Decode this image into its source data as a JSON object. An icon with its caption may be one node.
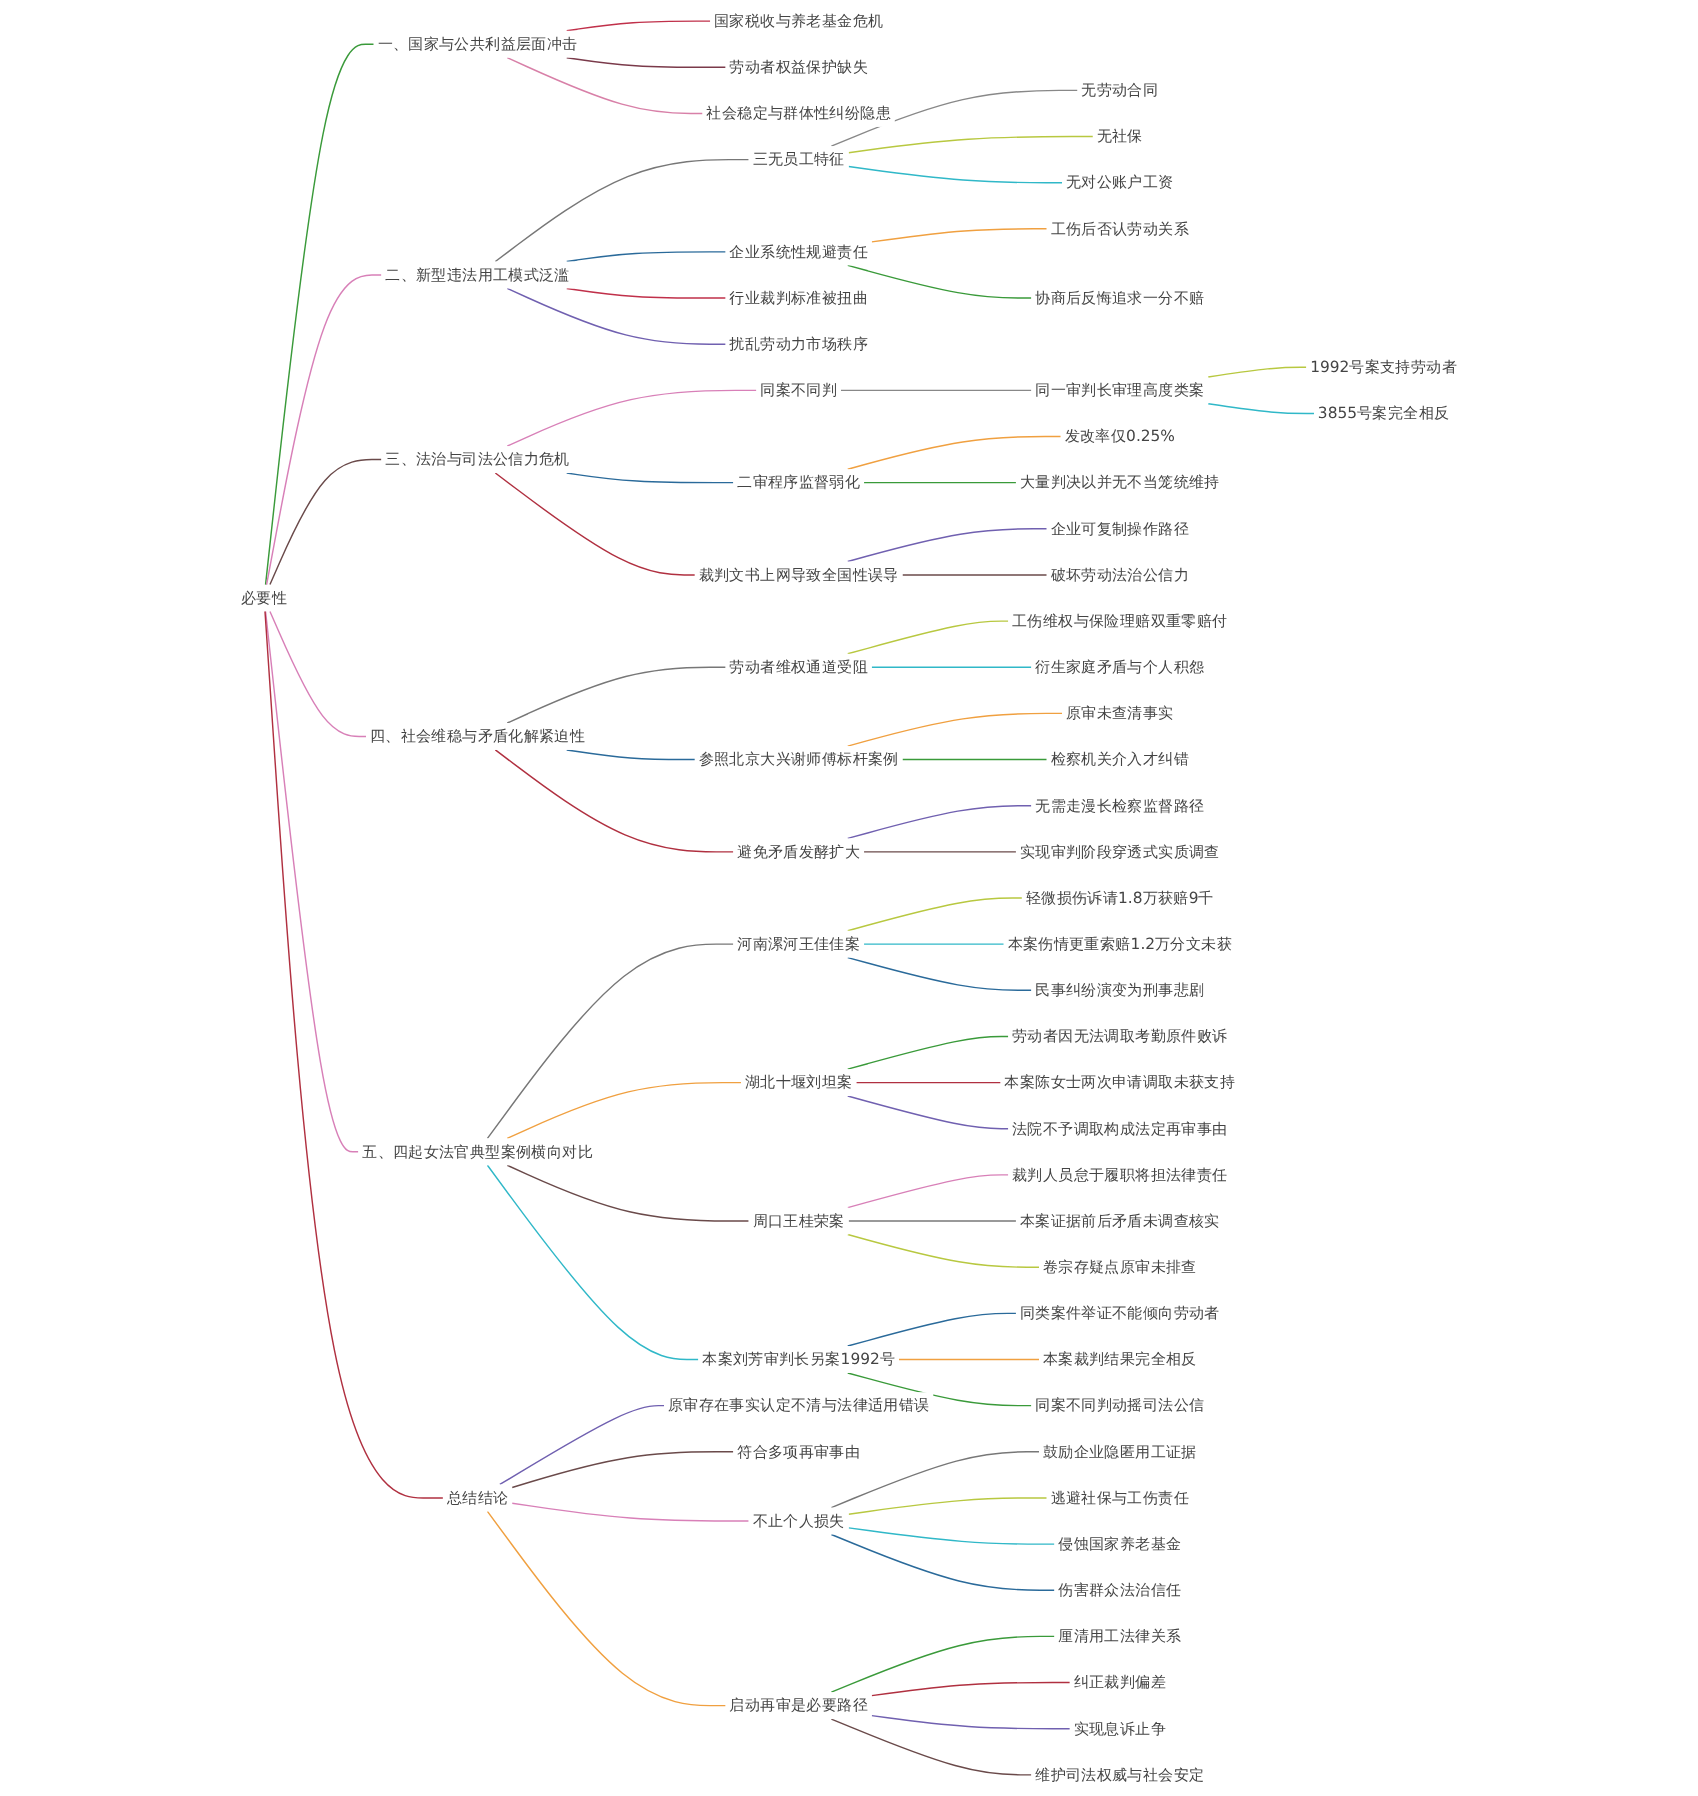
{
  "diagram": {
    "nodes": [
      {
        "text": [
          "必要性"
        ]
      },
      {
        "text": [
          "一、国家与公共利益层面冲击"
        ]
      },
      {
        "text": [
          "国家税收与养老基金危机"
        ]
      },
      {
        "text": [
          "劳动者权益保护缺失"
        ]
      },
      {
        "text": [
          "社会稳定与群体性纠纷隐患"
        ]
      },
      {
        "text": [
          "二、新型违法用工模式泛滥"
        ]
      },
      {
        "text": [
          "三无员工特征"
        ]
      },
      {
        "text": [
          "无劳动合同"
        ]
      },
      {
        "text": [
          "无社保"
        ]
      },
      {
        "text": [
          "无对公账户工资"
        ]
      },
      {
        "text": [
          "企业系统性规避责任"
        ]
      },
      {
        "text": [
          "工伤后否认劳动关系"
        ]
      },
      {
        "text": [
          "协商后反悔追求一分不赔"
        ]
      },
      {
        "text": [
          "行业裁判标准被扭曲"
        ]
      },
      {
        "text": [
          "扰乱劳动力市场秩序"
        ]
      },
      {
        "text": [
          "三、法治与司法公信力危机"
        ]
      },
      {
        "text": [
          "同案不同判"
        ]
      },
      {
        "text": [
          "同一审判长审理高度类案"
        ]
      },
      {
        "text": [
          "1992号案支持劳动者"
        ]
      },
      {
        "text": [
          "3855号案完全相反"
        ]
      },
      {
        "text": [
          "二审程序监督弱化"
        ]
      },
      {
        "text": [
          "发改率仅0.25%"
        ]
      },
      {
        "text": [
          "大量判决以并无不当笼统维持"
        ]
      },
      {
        "text": [
          "裁判文书上网导致全国性误导"
        ]
      },
      {
        "text": [
          "企业可复制操作路径"
        ]
      },
      {
        "text": [
          "破坏劳动法治公信力"
        ]
      },
      {
        "text": [
          "四、社会维稳与矛盾化解紧迫性"
        ]
      },
      {
        "text": [
          "劳动者维权通道受阻"
        ]
      },
      {
        "text": [
          "工伤维权与保险理赔双重零赔付"
        ]
      },
      {
        "text": [
          "衍生家庭矛盾与个人积怨"
        ]
      },
      {
        "text": [
          "参照北京大兴谢师傅标杆案例"
        ]
      },
      {
        "text": [
          "原审未查清事实"
        ]
      },
      {
        "text": [
          "检察机关介入才纠错"
        ]
      },
      {
        "text": [
          "避免矛盾发酵扩大"
        ]
      },
      {
        "text": [
          "无需走漫长检察监督路径"
        ]
      },
      {
        "text": [
          "实现审判阶段穿透式实质调查"
        ]
      },
      {
        "text": [
          "五、四起女法官典型案例横向对比"
        ]
      },
      {
        "text": [
          "河南漯河王佳佳案"
        ]
      },
      {
        "text": [
          "轻微损伤诉请1.8万获赔9千"
        ]
      },
      {
        "text": [
          "本案伤情更重索赔1.2万分文未获"
        ]
      },
      {
        "text": [
          "民事纠纷演变为刑事悲剧"
        ]
      },
      {
        "text": [
          "湖北十堰刘坦案"
        ]
      },
      {
        "text": [
          "劳动者因无法调取考勤原件败诉"
        ]
      },
      {
        "text": [
          "本案陈女士两次申请调取未获支持"
        ]
      },
      {
        "text": [
          "法院不予调取构成法定再审事由"
        ]
      },
      {
        "text": [
          "周口王桂荣案"
        ]
      },
      {
        "text": [
          "裁判人员怠于履职将担法律责任"
        ]
      },
      {
        "text": [
          "本案证据前后矛盾未调查核实"
        ]
      },
      {
        "text": [
          "卷宗存疑点原审未排查"
        ]
      },
      {
        "text": [
          "本案刘芳审判长另案1992号"
        ]
      },
      {
        "text": [
          "同类案件举证不能倾向劳动者"
        ]
      },
      {
        "text": [
          "本案裁判结果完全相反"
        ]
      },
      {
        "text": [
          "同案不同判动摇司法公信"
        ]
      },
      {
        "text": [
          "总结结论"
        ]
      },
      {
        "text": [
          "原审存在事实认定不清与法律适用错误"
        ]
      },
      {
        "text": [
          "符合多项再审事由"
        ]
      },
      {
        "text": [
          "不止个人损失"
        ]
      },
      {
        "text": [
          "鼓励企业隐匿用工证据"
        ]
      },
      {
        "text": [
          "逃避社保与工伤责任"
        ]
      },
      {
        "text": [
          "侵蚀国家养老基金"
        ]
      },
      {
        "text": [
          "伤害群众法治信任"
        ]
      },
      {
        "text": [
          "启动再审是必要路径"
        ]
      },
      {
        "text": [
          "厘清用工法律关系"
        ]
      },
      {
        "text": [
          "纠正裁判偏差"
        ]
      },
      {
        "text": [
          "实现息诉止争"
        ]
      },
      {
        "text": [
          "维护司法权威与社会安定"
        ]
      }
    ],
    "edges": [
      {
        "from": 0,
        "to": 1,
        "arrow": "none",
        "color": "#3a9a3a"
      },
      {
        "from": 1,
        "to": 2,
        "arrow": "none",
        "color": "#c0304a"
      },
      {
        "from": 1,
        "to": 3,
        "arrow": "none",
        "color": "#7a3a4a"
      },
      {
        "from": 1,
        "to": 4,
        "arrow": "none",
        "color": "#d880a8"
      },
      {
        "from": 0,
        "to": 5,
        "arrow": "none",
        "color": "#d880b8"
      },
      {
        "from": 5,
        "to": 6,
        "arrow": "none",
        "color": "#777777"
      },
      {
        "from": 6,
        "to": 7,
        "arrow": "none",
        "color": "#888888"
      },
      {
        "from": 6,
        "to": 8,
        "arrow": "none",
        "color": "#b8c840"
      },
      {
        "from": 6,
        "to": 9,
        "arrow": "none",
        "color": "#30b8c8"
      },
      {
        "from": 5,
        "to": 10,
        "arrow": "none",
        "color": "#2a6a9a"
      },
      {
        "from": 10,
        "to": 11,
        "arrow": "none",
        "color": "#f0a040"
      },
      {
        "from": 10,
        "to": 12,
        "arrow": "none",
        "color": "#3a9a3a"
      },
      {
        "from": 5,
        "to": 13,
        "arrow": "none",
        "color": "#c0304a"
      },
      {
        "from": 5,
        "to": 14,
        "arrow": "none",
        "color": "#7060b0"
      },
      {
        "from": 0,
        "to": 15,
        "arrow": "none",
        "color": "#6a4a4a"
      },
      {
        "from": 15,
        "to": 16,
        "arrow": "none",
        "color": "#d880b8"
      },
      {
        "from": 16,
        "to": 17,
        "arrow": "none",
        "color": "#888888"
      },
      {
        "from": 17,
        "to": 18,
        "arrow": "none",
        "color": "#b8c840"
      },
      {
        "from": 17,
        "to": 19,
        "arrow": "none",
        "color": "#30b8c8"
      },
      {
        "from": 15,
        "to": 20,
        "arrow": "none",
        "color": "#2a6a9a"
      },
      {
        "from": 20,
        "to": 21,
        "arrow": "none",
        "color": "#f0a040"
      },
      {
        "from": 20,
        "to": 22,
        "arrow": "none",
        "color": "#3a9a3a"
      },
      {
        "from": 15,
        "to": 23,
        "arrow": "none",
        "color": "#b03040"
      },
      {
        "from": 23,
        "to": 24,
        "arrow": "none",
        "color": "#7060b0"
      },
      {
        "from": 23,
        "to": 25,
        "arrow": "none",
        "color": "#6a4a4a"
      },
      {
        "from": 0,
        "to": 26,
        "arrow": "none",
        "color": "#d880b8"
      },
      {
        "from": 26,
        "to": 27,
        "arrow": "none",
        "color": "#777777"
      },
      {
        "from": 27,
        "to": 28,
        "arrow": "none",
        "color": "#b8c840"
      },
      {
        "from": 27,
        "to": 29,
        "arrow": "none",
        "color": "#30b8c8"
      },
      {
        "from": 26,
        "to": 30,
        "arrow": "none",
        "color": "#2a6a9a"
      },
      {
        "from": 30,
        "to": 31,
        "arrow": "none",
        "color": "#f0a040"
      },
      {
        "from": 30,
        "to": 32,
        "arrow": "none",
        "color": "#3a9a3a"
      },
      {
        "from": 26,
        "to": 33,
        "arrow": "none",
        "color": "#b03040"
      },
      {
        "from": 33,
        "to": 34,
        "arrow": "none",
        "color": "#7060b0"
      },
      {
        "from": 33,
        "to": 35,
        "arrow": "none",
        "color": "#6a4a4a"
      },
      {
        "from": 0,
        "to": 36,
        "arrow": "none",
        "color": "#d880b8"
      },
      {
        "from": 36,
        "to": 37,
        "arrow": "none",
        "color": "#777777"
      },
      {
        "from": 37,
        "to": 38,
        "arrow": "none",
        "color": "#b8c840"
      },
      {
        "from": 37,
        "to": 39,
        "arrow": "none",
        "color": "#30b8c8"
      },
      {
        "from": 37,
        "to": 40,
        "arrow": "none",
        "color": "#2a6a9a"
      },
      {
        "from": 36,
        "to": 41,
        "arrow": "none",
        "color": "#f0a040"
      },
      {
        "from": 41,
        "to": 42,
        "arrow": "none",
        "color": "#3a9a3a"
      },
      {
        "from": 41,
        "to": 43,
        "arrow": "none",
        "color": "#b03040"
      },
      {
        "from": 41,
        "to": 44,
        "arrow": "none",
        "color": "#7060b0"
      },
      {
        "from": 36,
        "to": 45,
        "arrow": "none",
        "color": "#6a4a4a"
      },
      {
        "from": 45,
        "to": 46,
        "arrow": "none",
        "color": "#d880b8"
      },
      {
        "from": 45,
        "to": 47,
        "arrow": "none",
        "color": "#777777"
      },
      {
        "from": 45,
        "to": 48,
        "arrow": "none",
        "color": "#b8c840"
      },
      {
        "from": 36,
        "to": 49,
        "arrow": "none",
        "color": "#30b8c8"
      },
      {
        "from": 49,
        "to": 50,
        "arrow": "none",
        "color": "#2a6a9a"
      },
      {
        "from": 49,
        "to": 51,
        "arrow": "none",
        "color": "#f0a040"
      },
      {
        "from": 49,
        "to": 52,
        "arrow": "none",
        "color": "#3a9a3a"
      },
      {
        "from": 0,
        "to": 53,
        "arrow": "none",
        "color": "#b03040"
      },
      {
        "from": 53,
        "to": 54,
        "arrow": "none",
        "color": "#7060b0"
      },
      {
        "from": 53,
        "to": 55,
        "arrow": "none",
        "color": "#6a4a4a"
      },
      {
        "from": 53,
        "to": 56,
        "arrow": "none",
        "color": "#d880b8"
      },
      {
        "from": 56,
        "to": 57,
        "arrow": "none",
        "color": "#777777"
      },
      {
        "from": 56,
        "to": 58,
        "arrow": "none",
        "color": "#b8c840"
      },
      {
        "from": 56,
        "to": 59,
        "arrow": "none",
        "color": "#30b8c8"
      },
      {
        "from": 56,
        "to": 60,
        "arrow": "none",
        "color": "#2a6a9a"
      },
      {
        "from": 53,
        "to": 61,
        "arrow": "none",
        "color": "#f0a040"
      },
      {
        "from": 61,
        "to": 62,
        "arrow": "none",
        "color": "#3a9a3a"
      },
      {
        "from": 61,
        "to": 63,
        "arrow": "none",
        "color": "#b03040"
      },
      {
        "from": 61,
        "to": 64,
        "arrow": "none",
        "color": "#7060b0"
      },
      {
        "from": 61,
        "to": 65,
        "arrow": "none",
        "color": "#6a4a4a"
      }
    ]
  }
}
